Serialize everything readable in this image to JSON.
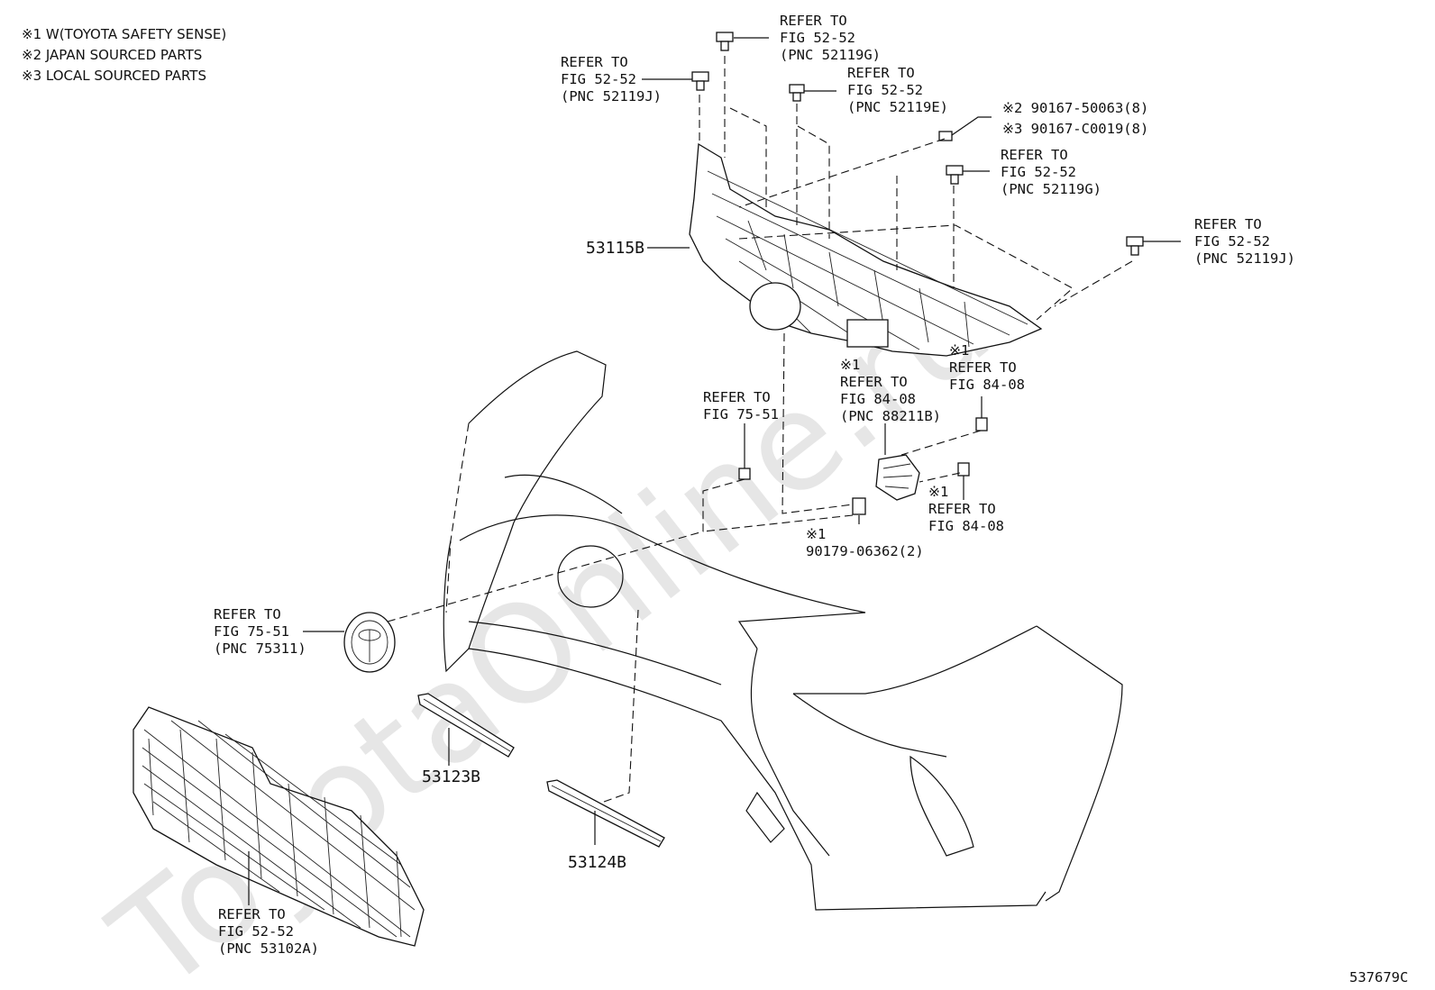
{
  "watermark": "ToyotaOnline.ru",
  "legend": [
    "※1 W(TOYOTA SAFETY SENSE)",
    "※2 JAPAN SOURCED PARTS",
    "※3 LOCAL SOURCED PARTS"
  ],
  "callouts": {
    "c1": [
      "REFER TO",
      "FIG 52-52",
      "(PNC 52119G)"
    ],
    "c2": [
      "REFER TO",
      "FIG 52-52",
      "(PNC 52119J)"
    ],
    "c3": [
      "REFER TO",
      "FIG 52-52",
      "(PNC 52119E)"
    ],
    "c4": [
      "※2 90167-50063(8)",
      "※3 90167-C0019(8)"
    ],
    "c5": [
      "REFER TO",
      "FIG 52-52",
      "(PNC 52119G)"
    ],
    "c6": [
      "REFER TO",
      "FIG 52-52",
      "(PNC 52119J)"
    ],
    "c7": [
      "※1",
      "REFER TO",
      "FIG 84-08"
    ],
    "c8": [
      "※1",
      "REFER TO",
      "FIG 84-08",
      "(PNC 88211B)"
    ],
    "c9": [
      "REFER TO",
      "FIG 75-51"
    ],
    "c10": [
      "※1",
      "REFER TO",
      "FIG 84-08"
    ],
    "c11": [
      "※1",
      "90179-06362(2)"
    ],
    "c12": [
      "REFER TO",
      "FIG 75-51",
      "(PNC 75311)"
    ],
    "c13": [
      "REFER TO",
      "FIG 52-52",
      "(PNC 53102A)"
    ]
  },
  "part_numbers": {
    "p1": "53115B",
    "p2": "53123B",
    "p3": "53124B"
  },
  "illustration_id": "537679C"
}
